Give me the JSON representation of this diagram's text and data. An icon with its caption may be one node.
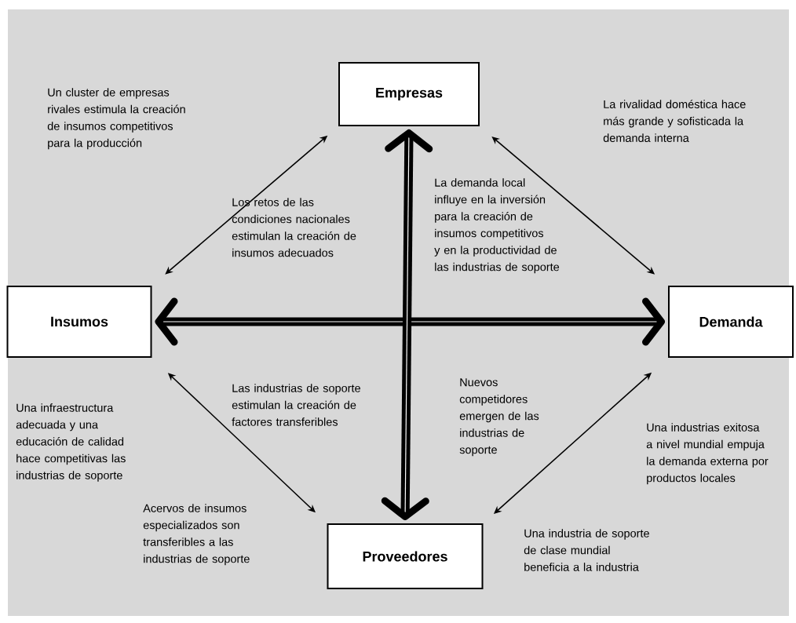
{
  "diagram": {
    "nodes": [
      {
        "text": [
          "Empresas"
        ]
      },
      {
        "text": [
          "Insumos"
        ]
      },
      {
        "text": [
          "Demanda"
        ]
      },
      {
        "text": [
          "Proveedores"
        ]
      }
    ],
    "edges": [
      {
        "from": 0,
        "to": 1,
        "arrow": "both"
      },
      {
        "from": 0,
        "to": 2,
        "arrow": "both"
      },
      {
        "from": 1,
        "to": 2,
        "arrow": "both",
        "style": "thick"
      },
      {
        "from": 0,
        "to": 3,
        "arrow": "both",
        "style": "thick"
      },
      {
        "from": 1,
        "to": 3,
        "arrow": "both"
      },
      {
        "from": 2,
        "to": 3,
        "arrow": "both"
      }
    ],
    "labels": [
      "Un cluster de empresas rivales estimula la creación de insumos competitivos para la producción",
      "La rivalidad doméstica hace más grande y sofisticada la demanda interna",
      "Los retos de las condiciones nacionales estimulan la creación de insumos adecuados",
      "La demanda local influye en la inversión para la creación de insumos competitivos y en la productividad de las industrias de soporte",
      "Una infraestructura adecuada y una educación de calidad hace competitivas las industrias de soporte",
      "Las industrias de soporte estimulan la creación de factores transferibles",
      "Nuevos competidores emergen de las industrias de soporte",
      "Una industrias exitosa a nivel mundial empuja la demanda externa por productos locales",
      "Acervos de insumos especializados son transferibles a las industrias de soporte",
      "Una industria de soporte de clase mundial beneficia a la industria"
    ]
  }
}
